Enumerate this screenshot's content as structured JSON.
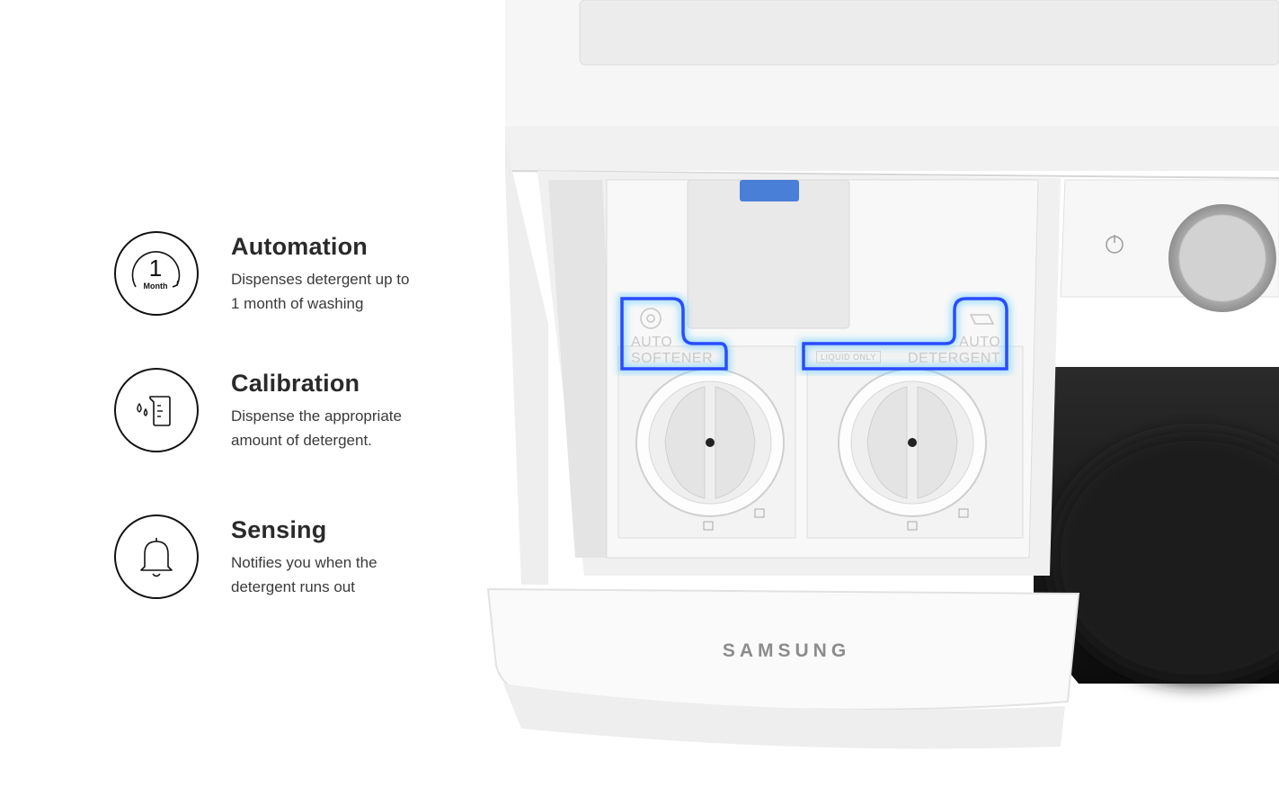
{
  "features": [
    {
      "id": "automation",
      "icon": "month-cycle-icon",
      "icon_number": "1",
      "icon_caption": "Month",
      "title": "Automation",
      "desc_lines": [
        "Dispenses detergent up to",
        "1 month of washing"
      ]
    },
    {
      "id": "calibration",
      "icon": "measuring-cup-icon",
      "title": "Calibration",
      "desc_lines": [
        "Dispense the appropriate",
        "amount of detergent."
      ]
    },
    {
      "id": "sensing",
      "icon": "bell-icon",
      "title": "Sensing",
      "desc_lines": [
        "Notifies you when the",
        "detergent runs out"
      ]
    }
  ],
  "product": {
    "brand": "SAMSUNG",
    "softener_label": [
      "AUTO",
      "SOFTENER"
    ],
    "detergent_label": [
      "AUTO",
      "DETERGENT"
    ],
    "detergent_badge": "LIQUID ONLY",
    "highlight_color": "#2a4bff",
    "glow_color": "#6fd0ff"
  }
}
